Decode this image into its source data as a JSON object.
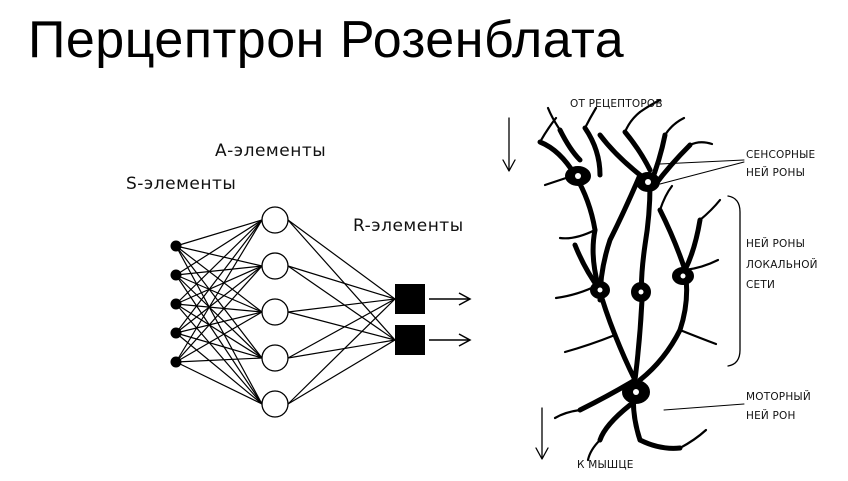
{
  "title": "Перцептрон Розенблата",
  "perceptron": {
    "s_label": "S-элементы",
    "a_label": "А-элементы",
    "r_label": "R-элементы",
    "s_count": 5,
    "a_count": 5,
    "r_count": 2
  },
  "neuron": {
    "top_label": "ОТ  РЕЦЕПТОРОВ",
    "bottom_label": "К  МЫШЦЕ",
    "sensory_1": "СЕНСОРНЫЕ",
    "sensory_2": "НЕЙ РОНЫ",
    "local_1": "НЕЙ РОНЫ",
    "local_2": "ЛОКАЛЬНОЙ",
    "local_3": "СЕТИ",
    "motor_1": "МОТОРНЫЙ",
    "motor_2": "НЕЙ РОН"
  }
}
